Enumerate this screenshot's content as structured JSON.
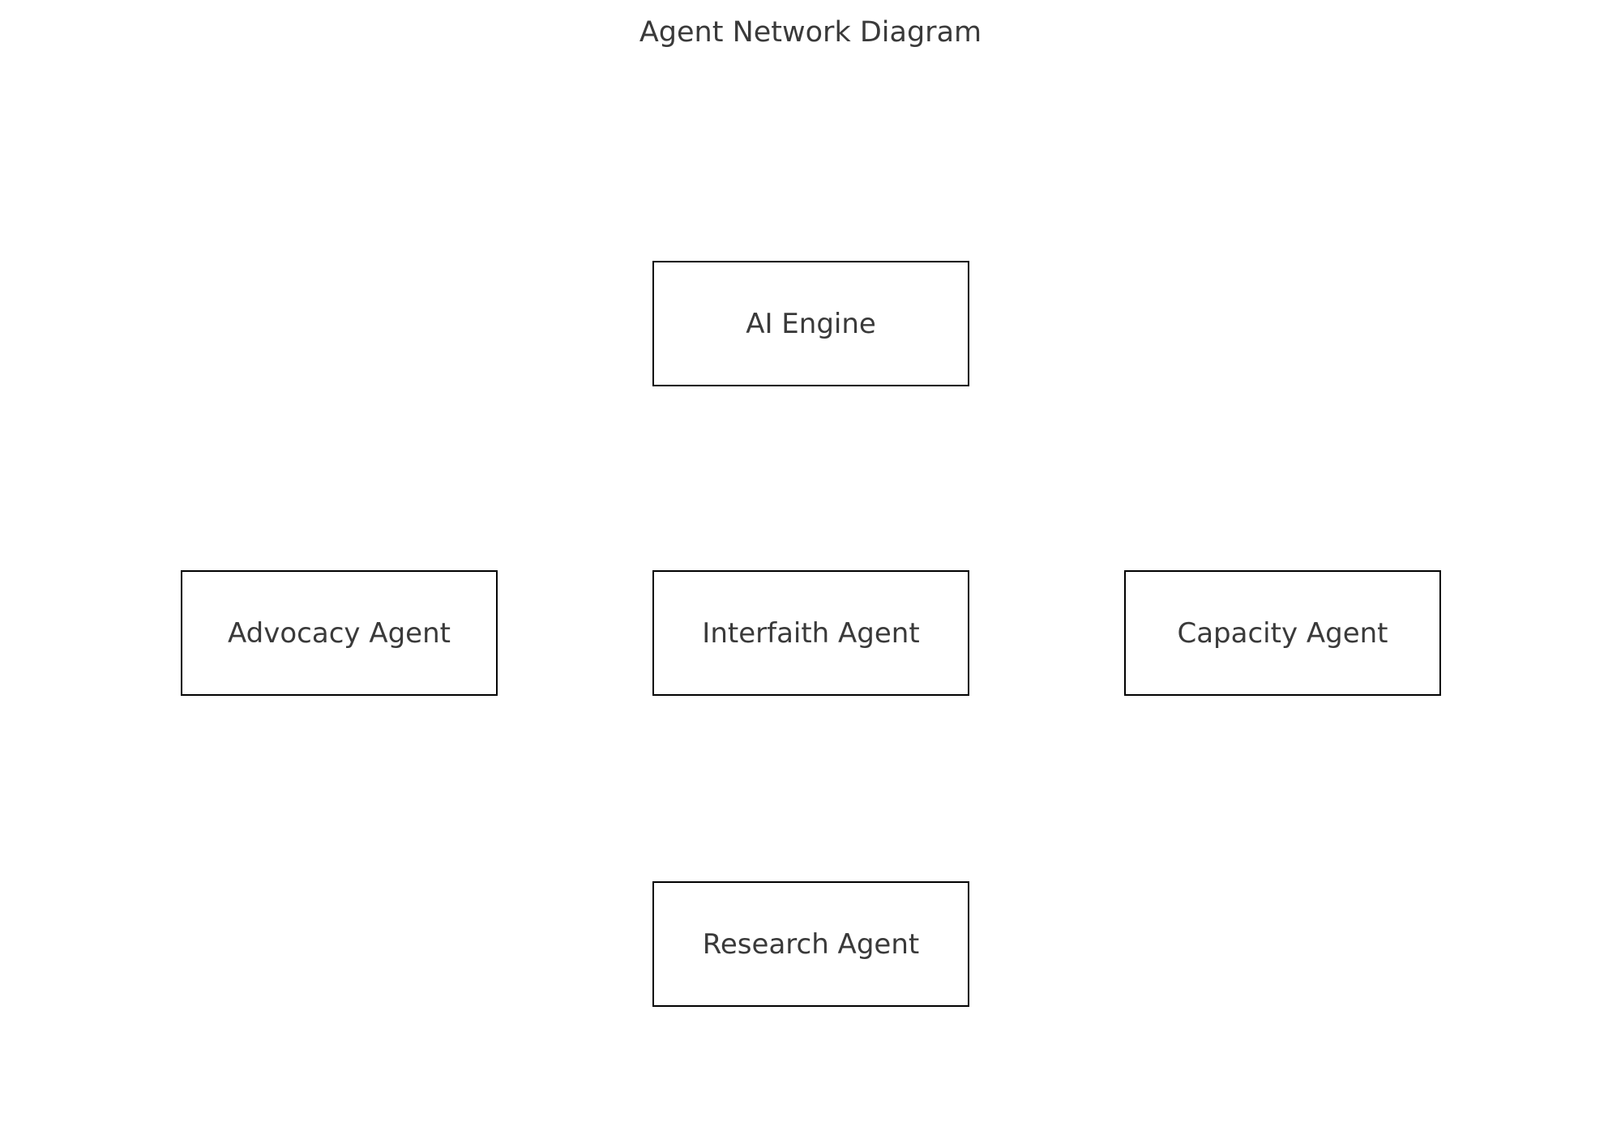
{
  "diagram": {
    "title": "Agent Network Diagram",
    "nodes": [
      {
        "id": "ai-engine",
        "label": "AI Engine"
      },
      {
        "id": "advocacy-agent",
        "label": "Advocacy Agent"
      },
      {
        "id": "interfaith-agent",
        "label": "Interfaith Agent"
      },
      {
        "id": "capacity-agent",
        "label": "Capacity Agent"
      },
      {
        "id": "research-agent",
        "label": "Research Agent"
      }
    ],
    "edges": [],
    "colors": {
      "background": "#ffffff",
      "node_fill": "#ffffff",
      "node_border": "#000000",
      "text": "#3a3a3a"
    }
  }
}
